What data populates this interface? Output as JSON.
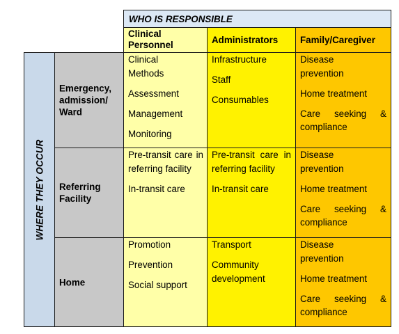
{
  "header": {
    "who": "WHO IS RESPONSIBLE",
    "where": "WHERE THEY OCCUR",
    "columns": [
      "Clinical Personnel",
      "Administrators",
      "Family/Caregiver"
    ]
  },
  "rows": [
    {
      "label": "Emergency, admission/ Ward",
      "clinical": [
        "Clinical Methods",
        "Assessment",
        "Management",
        "Monitoring"
      ],
      "admin": [
        "Infrastructure",
        "Staff",
        "Consumables"
      ],
      "family": [
        "Disease prevention",
        "Home treatment",
        "Care seeking & compliance"
      ]
    },
    {
      "label": "Referring Facility",
      "clinical": [
        "Pre-transit care in referring facility",
        "In-transit care"
      ],
      "admin": [
        "Pre-transit care in referring facility",
        "In-transit care"
      ],
      "family": [
        "Disease prevention",
        "Home treatment",
        "Care seeking & compliance"
      ]
    },
    {
      "label": "Home",
      "clinical": [
        "Promotion",
        "Prevention",
        "Social support"
      ],
      "admin": [
        "Transport",
        "Community development"
      ],
      "family": [
        "Disease prevention",
        "Home treatment",
        "Care seeking & compliance"
      ]
    }
  ],
  "colors": {
    "header_blue": "#dce8f5",
    "where_blue": "#c9d9ea",
    "clinical": "#ffffa8",
    "administrators": "#fff200",
    "family": "#fec700",
    "row_label": "#c8c8c8"
  }
}
